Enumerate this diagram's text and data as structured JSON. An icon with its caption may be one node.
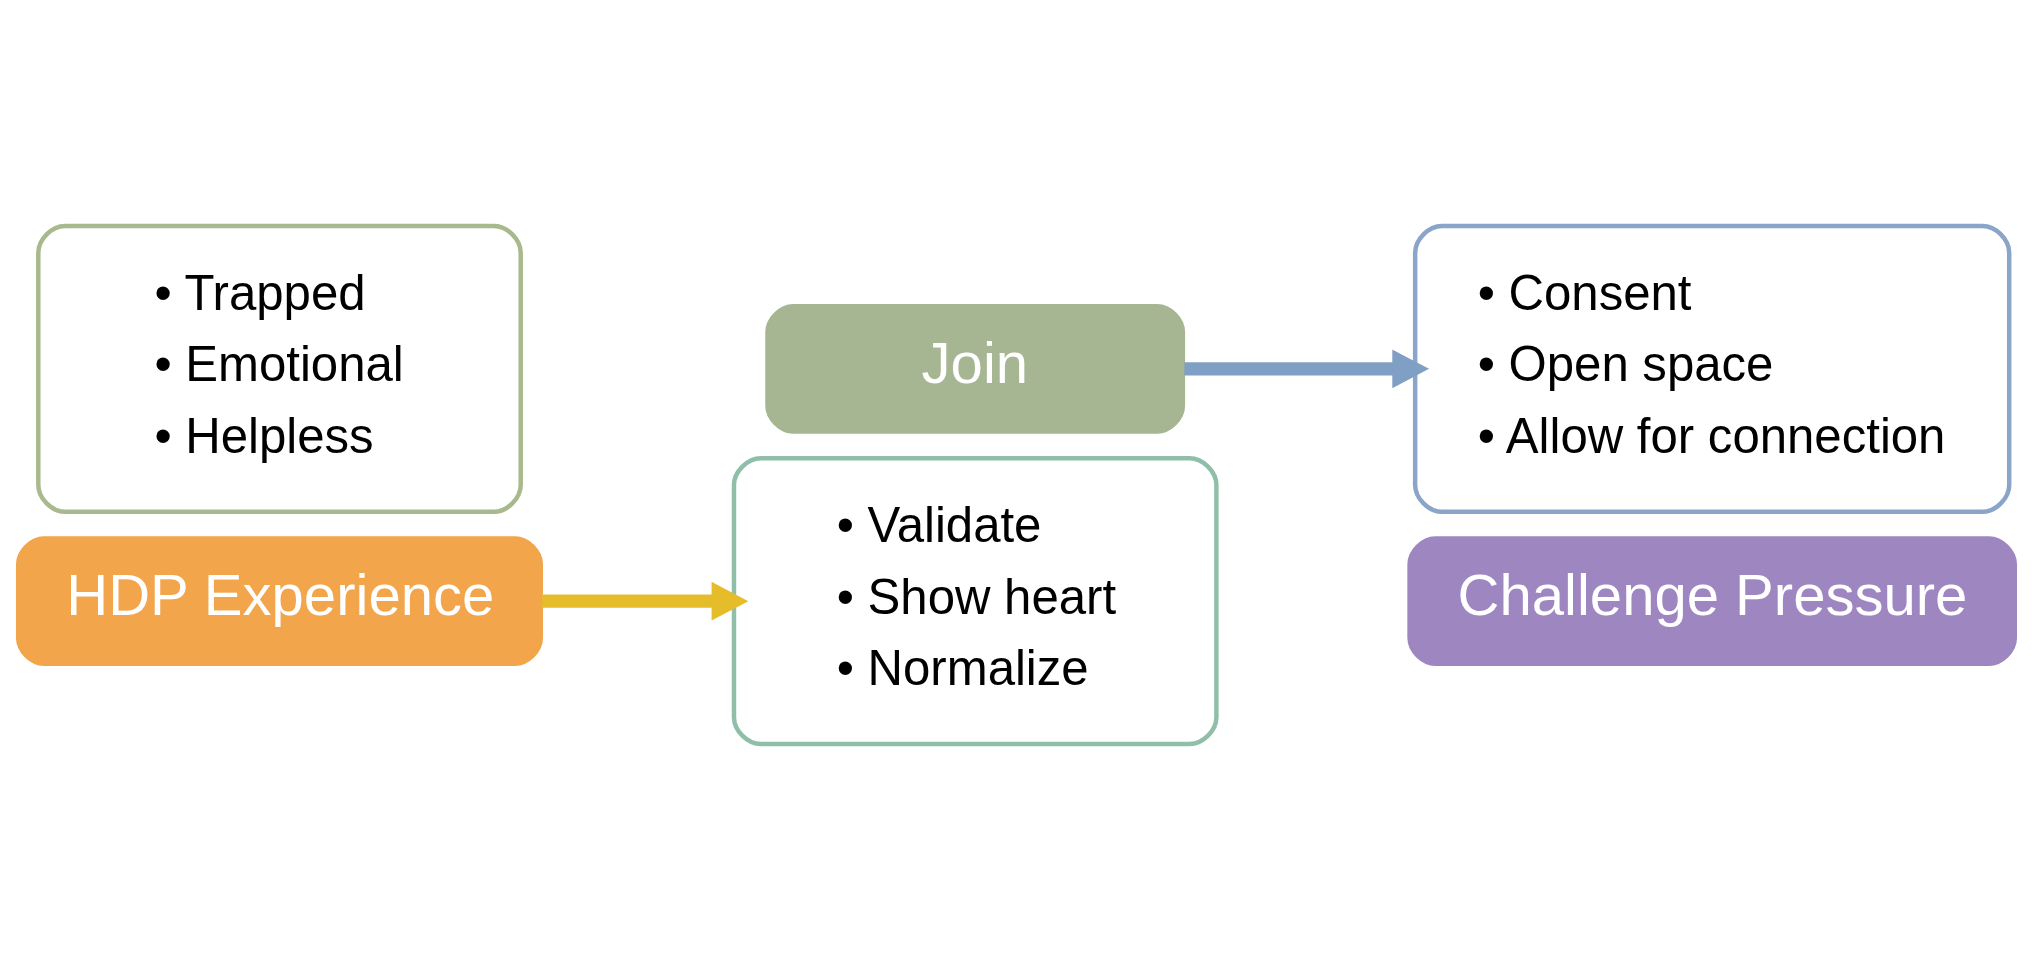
{
  "diagram": {
    "nodes": [
      {
        "text": [
          "• Trapped",
          "• Emotional",
          "• Helpless"
        ]
      },
      {
        "text": [
          "HDP Experience"
        ]
      },
      {
        "text": [
          "• Validate",
          "• Show heart",
          "• Normalize"
        ]
      },
      {
        "text": [
          "Join"
        ]
      },
      {
        "text": [
          "• Consent",
          "• Open space",
          "• Allow for connection"
        ]
      },
      {
        "text": [
          "Challenge Pressure"
        ]
      }
    ],
    "edges": [
      {
        "from": 1,
        "to": 2,
        "arrow": "to",
        "color": "#e5bd2b"
      },
      {
        "from": 3,
        "to": 4,
        "arrow": "to",
        "color": "#809fc4"
      }
    ]
  }
}
